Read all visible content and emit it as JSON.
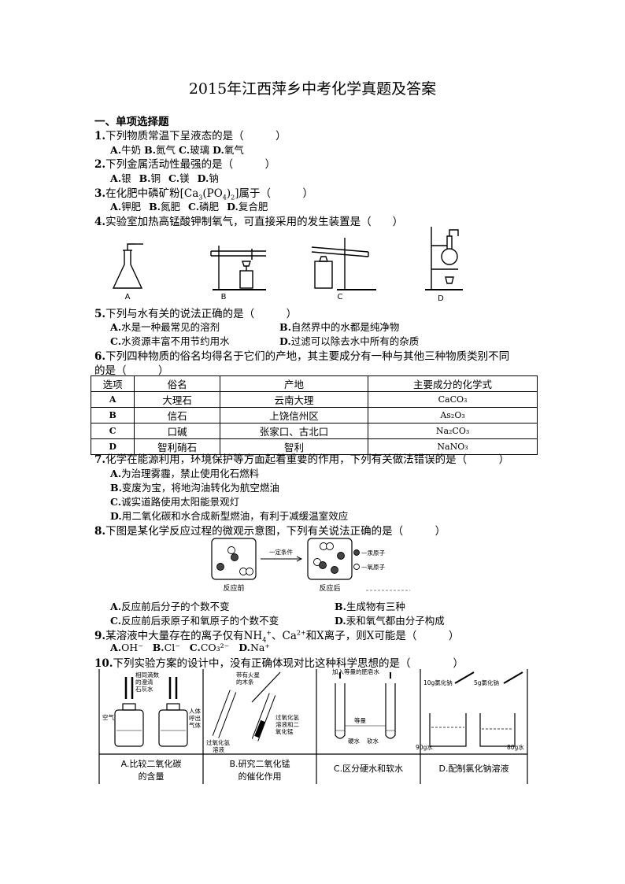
{
  "title": "2015年江西萍乡中考化学真题及答案",
  "section": "一、单项选择题",
  "q1": {
    "num": "1.",
    "text": "下列物质常温下呈液态的是（　　　）",
    "options": [
      [
        "A.",
        "牛奶"
      ],
      [
        "B.",
        "氮气"
      ],
      [
        "C.",
        "玻璃"
      ],
      [
        "D.",
        "氧气"
      ]
    ]
  },
  "q2": {
    "num": "2.",
    "text": "下列金属活动性最强的是（　　　）",
    "options": [
      [
        "A.",
        "银"
      ],
      [
        "B.",
        "铜"
      ],
      [
        "C.",
        "镁"
      ],
      [
        "D.",
        "钠"
      ]
    ]
  },
  "q3": {
    "num": "3.",
    "text_pre": "在化肥中磷矿粉[Ca",
    "text_post": "]属于（　　　）",
    "options": [
      [
        "A.",
        "钾肥"
      ],
      [
        "B.",
        "氮肥"
      ],
      [
        "C.",
        "磷肥"
      ],
      [
        "D.",
        "复合肥"
      ]
    ]
  },
  "q4": {
    "num": "4.",
    "text": "实验室加热高锰酸钾制氧气，可直接采用的发生装置是（　　）",
    "labels": [
      "A",
      "B",
      "C",
      "D"
    ]
  },
  "q5": {
    "num": "5.",
    "text": "下列与水有关的说法正确的是（　　　）",
    "options": [
      [
        "A.",
        "水是一种最常见的溶剂"
      ],
      [
        "B.",
        "自然界中的水都是纯净物"
      ],
      [
        "C.",
        "水资源丰富不用节约用水"
      ],
      [
        "D.",
        "过滤可以除去水中所有的杂质"
      ]
    ]
  },
  "q6": {
    "num": "6.",
    "text1": "下列四种物质的俗名均得名于它们的产地，其主要成分有一种与其他三种物质类别不同",
    "text2": "的是（　　　）",
    "headers": [
      "选项",
      "俗名",
      "产地",
      "主要成分的化学式"
    ],
    "rows": [
      [
        "A",
        "大理石",
        "云南大理",
        "CaCO₃"
      ],
      [
        "B",
        "信石",
        "上饶信州区",
        "As₂O₃"
      ],
      [
        "C",
        "口碱",
        "张家口、古北口",
        "Na₂CO₃"
      ],
      [
        "D",
        "智利硝石",
        "智利",
        "NaNO₃"
      ]
    ]
  },
  "q7": {
    "num": "7.",
    "text": "化学在能源利用，环境保护等方面起着重要的作用，下列有关做法错误的是（　　　）",
    "options": [
      [
        "A.",
        "为治理雾霾，禁止使用化石燃料"
      ],
      [
        "B.",
        "变废为宝，将地沟油转化为航空燃油"
      ],
      [
        "C.",
        "诚实道路使用太阳能景观灯"
      ],
      [
        "D.",
        "用二氧化碳和水合成新型燃油，有利于减缓温室效应"
      ]
    ]
  },
  "q8": {
    "num": "8.",
    "text": "下图是某化学反应过程的微观示意图，下列有关说法正确的是（　　　）",
    "fig": {
      "condition": "一定条件",
      "before": "反应前",
      "after": "反应后",
      "legend_hg": "—汞原子",
      "legend_o": "—氧原子"
    },
    "options": [
      [
        "A.",
        "反应前后分子的个数不变"
      ],
      [
        "B.",
        "生成物有三种"
      ],
      [
        "C.",
        "反应前后汞原子和氧原子的个数不变"
      ],
      [
        "D.",
        "汞和氧气都由分子构成"
      ]
    ]
  },
  "q9": {
    "num": "9.",
    "text_pre": "某溶液中大量存在的离子仅有NH",
    "text_mid": "、Ca",
    "text_post": "和X离子，则X可能是（　　　）",
    "options": [
      [
        "A.",
        "OH⁻"
      ],
      [
        "B.",
        "Cl⁻"
      ],
      [
        "C.",
        "CO₃²⁻"
      ],
      [
        "D.",
        "Na⁺"
      ]
    ]
  },
  "q10": {
    "num": "10.",
    "text": "下列实验方案的设计中，没有正确体现对比这种科学思想的是（　　　　）",
    "fig": {
      "a_drop1": "相同滴数",
      "a_drop2": "的澄清",
      "a_drop3": "石灰水",
      "a_air": "空气",
      "a_b1": "人体",
      "a_b2": "呼出",
      "a_b3": "气体",
      "b_t1": "带有火星",
      "b_t2": "的木条",
      "b_l1": "过氧化氢",
      "b_l2": "溶液",
      "b_r1": "过氧化氢",
      "b_r2": "溶液和二",
      "b_r3": "氧化锰",
      "c_top": "加入等量的肥皂水",
      "c_eq": "等量",
      "c_hard": "硬水",
      "c_soft": "软水",
      "d_l": "10g氯化钠",
      "d_r": "5g氯化钠",
      "d_lw": "90g水",
      "d_rw": "80g水",
      "capA1": "A.比较二氧化碳",
      "capA2": "的含量",
      "capB1": "B.研究二氧化锰",
      "capB2": "的催化作用",
      "capC": "C.区分硬水和软水",
      "capD": "D.配制氯化钠溶液"
    }
  }
}
